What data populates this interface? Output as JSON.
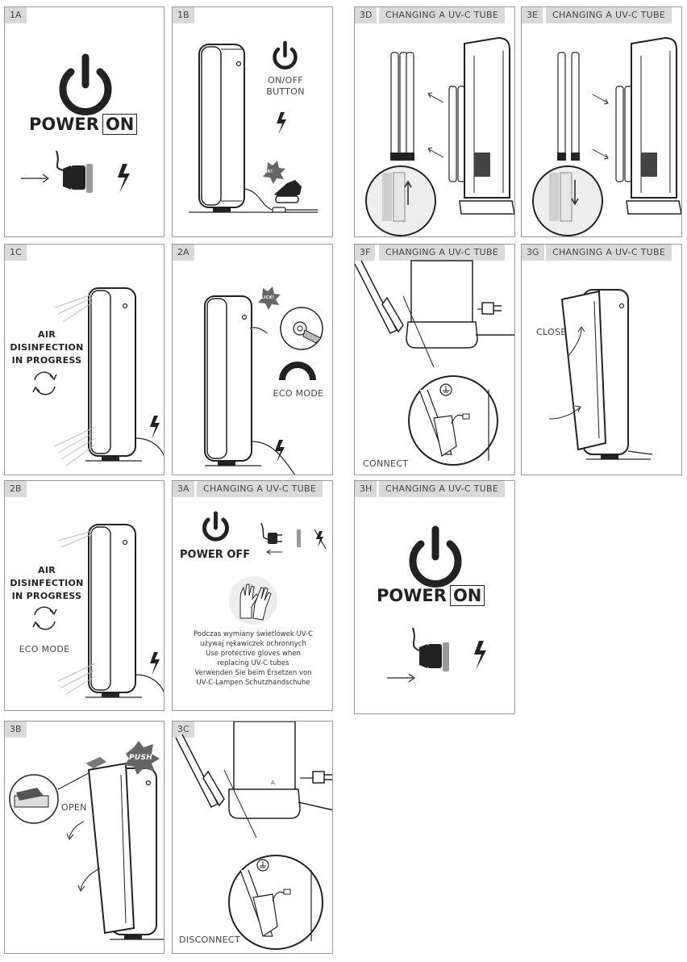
{
  "panels": {
    "p1a": {
      "id": "1A",
      "power_word": "POWER",
      "power_state": "ON"
    },
    "p1b": {
      "id": "1B",
      "button_label_1": "ON/OFF",
      "button_label_2": "BUTTON",
      "click": "CLICK!"
    },
    "p3d": {
      "id": "3D",
      "title": "CHANGING A UV-C TUBE"
    },
    "p3e": {
      "id": "3E",
      "title": "CHANGING A UV-C TUBE"
    },
    "p1c": {
      "id": "1C",
      "status_1": "AIR",
      "status_2": "DISINFECTION",
      "status_3": "IN PROGRESS"
    },
    "p2a": {
      "id": "2A",
      "click": "CLICK!",
      "mode": "ECO MODE"
    },
    "p3f": {
      "id": "3F",
      "title": "CHANGING A UV-C TUBE",
      "action": "CONNECT"
    },
    "p3g": {
      "id": "3G",
      "title": "CHANGING A UV-C TUBE",
      "action": "CLOSE"
    },
    "p2b": {
      "id": "2B",
      "status_1": "AIR",
      "status_2": "DISINFECTION",
      "status_3": "IN PROGRESS",
      "mode": "ECO MODE"
    },
    "p3a": {
      "id": "3A",
      "title": "CHANGING A UV-C TUBE",
      "power_word": "POWER",
      "power_state": "OFF",
      "note_pl_1": "Podczas wymiany świetlówek UV-C",
      "note_pl_2": "używaj rękawiczek ochronnych",
      "note_en_1": "Use protective gloves when",
      "note_en_2": "replacing UV-C tubes",
      "note_de_1": "Verwenden Sie beim Ersetzen von",
      "note_de_2": "UV-C-Lampen Schutzhandschuhe"
    },
    "p3h": {
      "id": "3H",
      "title": "CHANGING A UV-C TUBE",
      "power_word": "POWER",
      "power_state": "ON"
    },
    "p3b": {
      "id": "3B",
      "action": "OPEN",
      "push": "PUSH"
    },
    "p3c": {
      "id": "3C",
      "action": "DISCONNECT",
      "mark": "A"
    }
  },
  "icons": {
    "power": "power-symbol-icon",
    "plug": "plug-icon",
    "lightning": "lightning-icon",
    "rotate": "rotate-arrows-icon",
    "gloves": "gloves-icon",
    "ground": "ground-symbol-icon",
    "eco": "eco-half-circle-icon"
  },
  "colors": {
    "ink": "#222222",
    "label_bg": "#d9d9d9",
    "border": "#9a9a9a",
    "plug_grey": "#999999"
  }
}
